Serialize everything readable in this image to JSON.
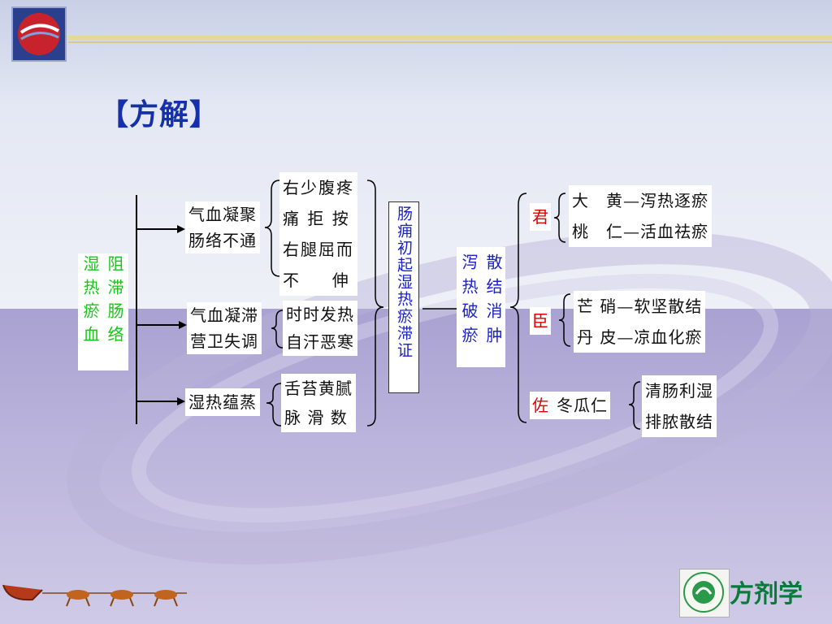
{
  "title": "【方解】",
  "root": {
    "col1": "湿热瘀血",
    "col2": "阻滞肠络"
  },
  "branch1": {
    "cause_line1": "气血凝聚",
    "cause_line2": "肠络不通",
    "symptoms": [
      "右少腹疼",
      "痛 拒 按",
      "右腿屈而",
      "不 　 伸"
    ]
  },
  "branch2": {
    "cause_line1": "气血凝滞",
    "cause_line2": "营卫失调",
    "symptoms": [
      "时时发热",
      "自汗恶寒"
    ]
  },
  "branch3": {
    "cause": "湿热蕴蒸",
    "symptoms": [
      "舌苔黄腻",
      "脉 滑 数"
    ]
  },
  "syndrome": "肠痈初起湿热瘀滞证",
  "treatment": {
    "col1": "泻热破瘀",
    "col2": "散结消肿"
  },
  "roles": {
    "jun": "君",
    "jun_items": [
      "大　黄—泻热逐瘀",
      "桃　仁—活血祛瘀"
    ],
    "chen": "臣",
    "chen_items": [
      "芒 硝—软坚散结",
      "丹 皮—凉血化瘀"
    ],
    "zuo": "佐",
    "zuo_herb": "冬瓜仁",
    "zuo_items": [
      "清肠利湿",
      "排脓散结"
    ]
  },
  "brand": "方剂学",
  "colors": {
    "title": "#1530a8",
    "root_text": "#18c418",
    "syndrome_text": "#1a22c8",
    "role_text": "#e00000"
  }
}
